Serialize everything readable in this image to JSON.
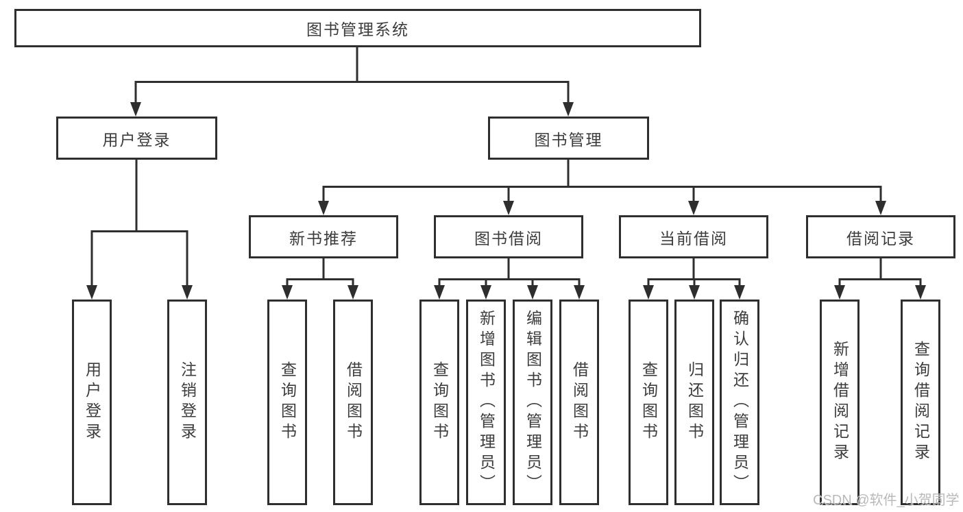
{
  "tree": {
    "label": "图书管理系统",
    "children": [
      {
        "label": "用户登录",
        "children": [
          {
            "label": "用户登录"
          },
          {
            "label": "注销登录"
          }
        ]
      },
      {
        "label": "图书管理",
        "children": [
          {
            "label": "新书推荐",
            "children": [
              {
                "label": "查询图书"
              },
              {
                "label": "借阅图书"
              }
            ]
          },
          {
            "label": "图书借阅",
            "children": [
              {
                "label": "查询图书"
              },
              {
                "label": "新增图书（管理员）"
              },
              {
                "label": "编辑图书（管理员）"
              },
              {
                "label": "借阅图书"
              }
            ]
          },
          {
            "label": "当前借阅",
            "children": [
              {
                "label": "查询图书"
              },
              {
                "label": "归还图书"
              },
              {
                "label": "确认归还（管理员）"
              }
            ]
          },
          {
            "label": "借阅记录",
            "children": [
              {
                "label": "新增借阅记录"
              },
              {
                "label": "查询借阅记录"
              }
            ]
          }
        ]
      }
    ]
  },
  "watermark": {
    "text": "CSDN @软件_小贺同学"
  },
  "colors": {
    "line": "#2e2e2e",
    "text": "#3c3c3c",
    "watermark": "#b9b9b9",
    "background": "#ffffff"
  }
}
